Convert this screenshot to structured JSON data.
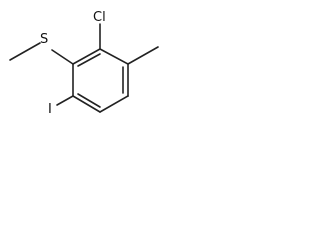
{
  "molecule": {
    "atoms": {
      "sulfur": "S",
      "chlorine": "Cl",
      "iodine": "I"
    }
  }
}
